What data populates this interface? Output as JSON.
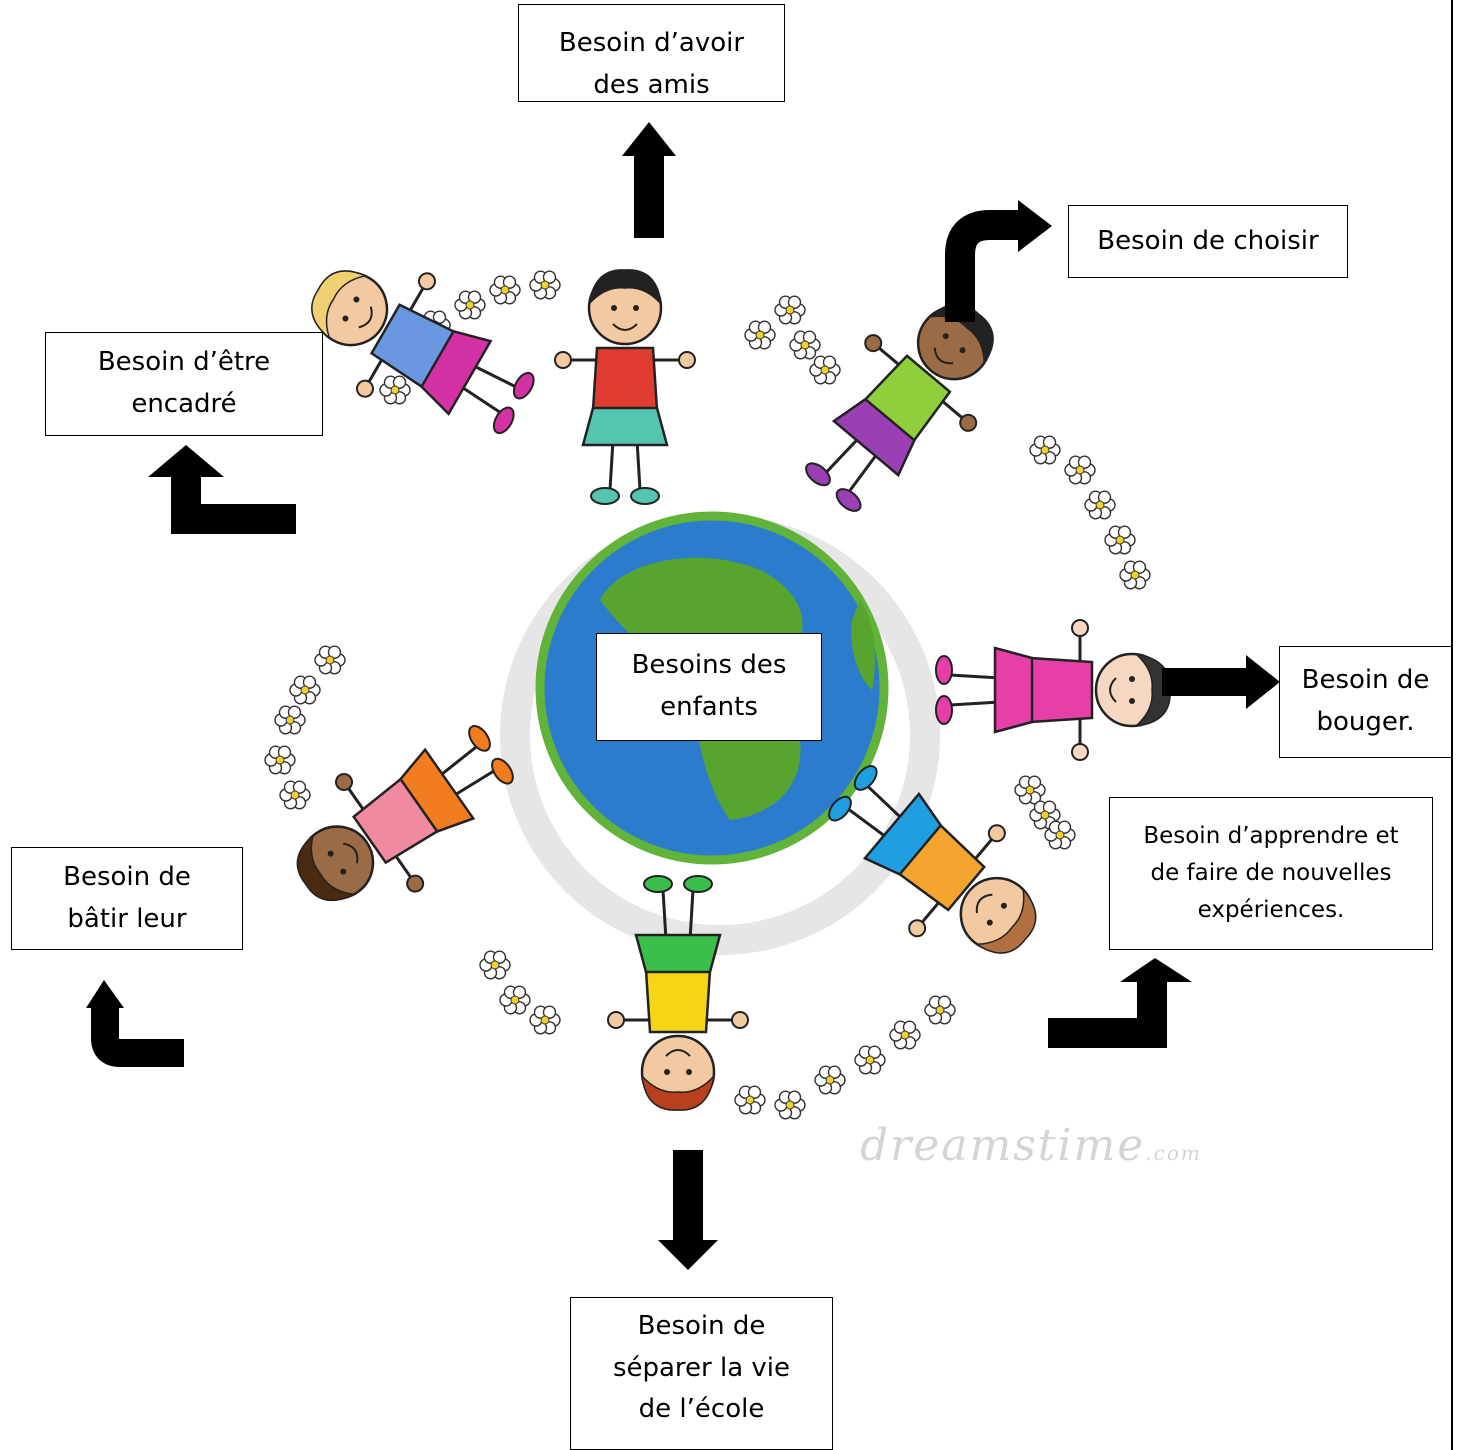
{
  "center": {
    "label": "Besoins des\nenfants"
  },
  "needs": {
    "friends": "Besoin d’avoir\ndes amis",
    "choose": "Besoin de choisir",
    "supervised": "Besoin d’être\nencadré",
    "move": "Besoin de\nbouger.",
    "learn": "Besoin d’apprendre et\nde faire de nouvelles\nexpériences.",
    "build": "Besoin de\nbâtir leur",
    "separate": "Besoin de\nséparer la vie\nde l’école"
  },
  "watermark": {
    "text": "dreamstime",
    "suffix": ".com"
  },
  "colors": {
    "ocean": "#2c7ccd",
    "land": "#57a52e",
    "globe_ring": "#62b33a",
    "arrow": "#000000"
  }
}
